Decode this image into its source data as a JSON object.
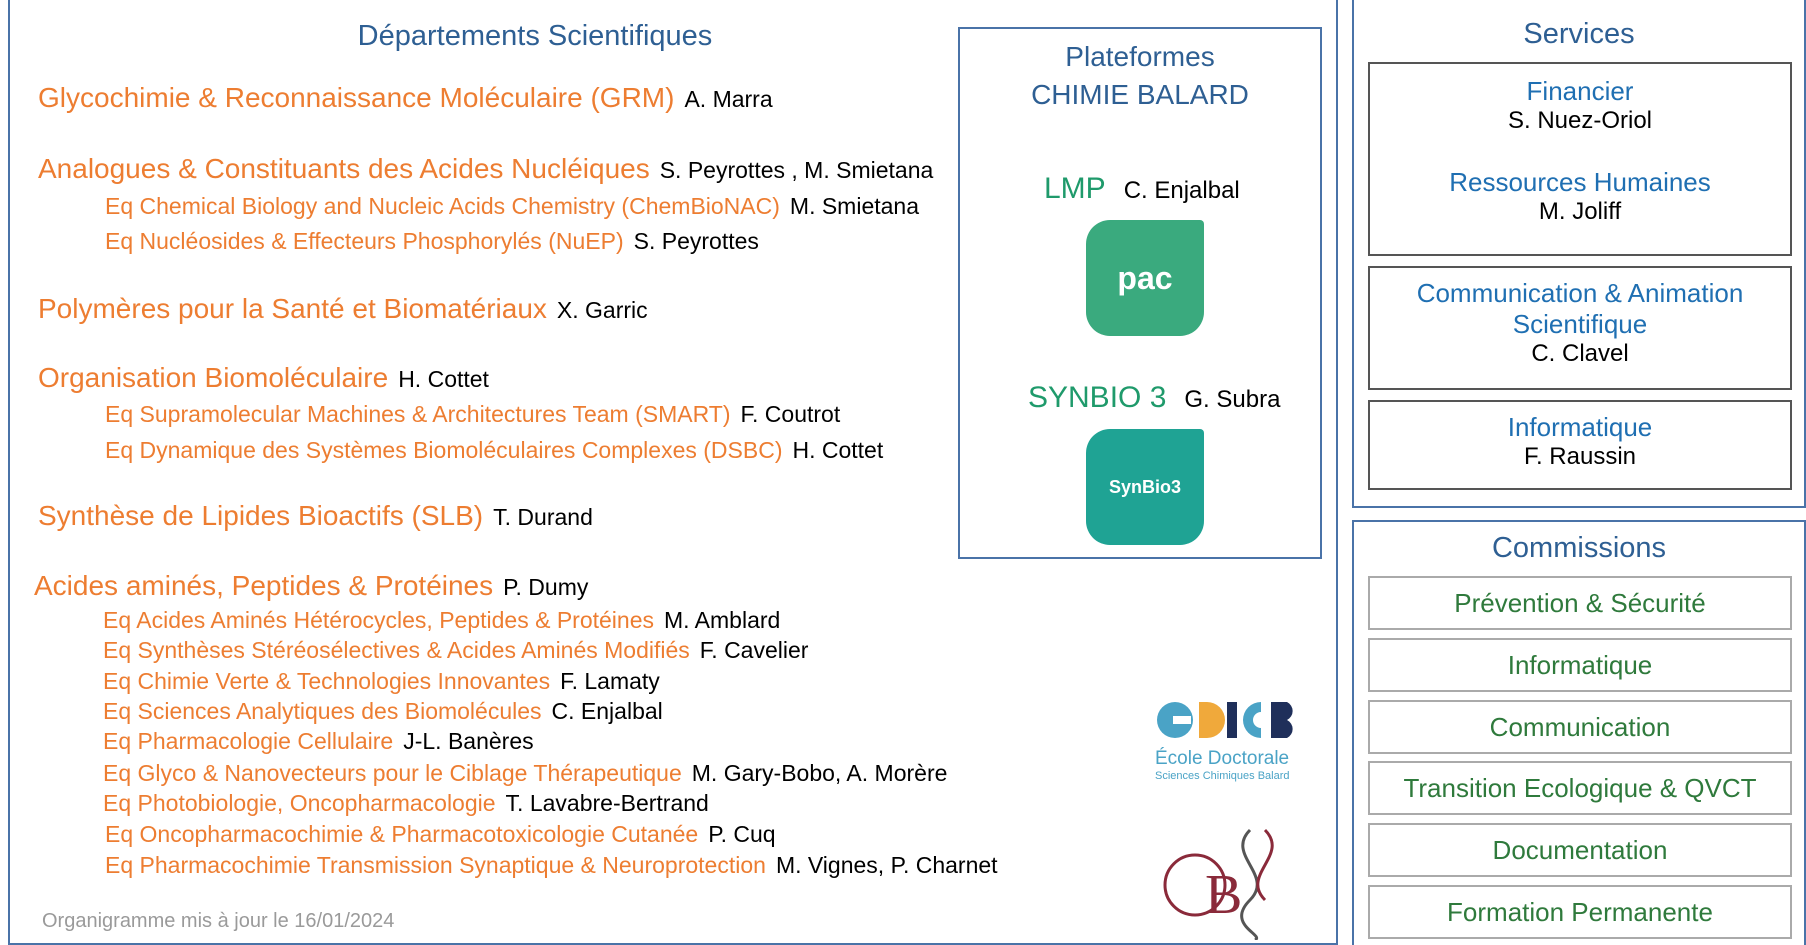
{
  "departments": {
    "heading": "Départements Scientifiques",
    "items": [
      {
        "name": "Glycochimie & Reconnaissance Moléculaire (GRM)",
        "head": "A. Marra"
      },
      {
        "name": "Analogues & Constituants des Acides Nucléiques",
        "head": "S. Peyrottes , M. Smietana"
      },
      {
        "name": "Polymères pour la Santé et Biomatériaux",
        "head": "X. Garric"
      },
      {
        "name": "Organisation Biomoléculaire",
        "head": "H. Cottet"
      },
      {
        "name": "Synthèse de Lipides Bioactifs (SLB)",
        "head": "T. Durand"
      },
      {
        "name": "Acides aminés, Peptides & Protéines",
        "head": "P. Dumy"
      }
    ],
    "teams": [
      {
        "name": "Eq Chemical Biology and Nucleic Acids Chemistry (ChemBioNAC)",
        "head": "M. Smietana"
      },
      {
        "name": "Eq Nucléosides & Effecteurs  Phosphorylés (NuEP)",
        "head": "S. Peyrottes"
      },
      {
        "name": "Eq Supramolecular Machines & Architectures Team (SMART)",
        "head": "F. Coutrot"
      },
      {
        "name": "Eq Dynamique des Systèmes Biomoléculaires Complexes (DSBC)",
        "head": "H. Cottet"
      },
      {
        "name": "Eq Acides Aminés Hétérocycles, Peptides & Protéines",
        "head": "M. Amblard"
      },
      {
        "name": "Eq Synthèses Stéréosélectives & Acides Aminés Modifiés",
        "head": "F. Cavelier"
      },
      {
        "name": "Eq Chimie Verte & Technologies Innovantes",
        "head": "F. Lamaty"
      },
      {
        "name": "Eq Sciences Analytiques des Biomolécules",
        "head": "C. Enjalbal"
      },
      {
        "name": "Eq Pharmacologie Cellulaire",
        "head": "J-L. Banères"
      },
      {
        "name": "Eq Glyco & Nanovecteurs pour le Ciblage Thérapeutique",
        "head": "M. Gary-Bobo, A. Morère"
      },
      {
        "name": "Eq Photobiologie, Oncopharmacologie",
        "head": "T. Lavabre-Bertrand"
      },
      {
        "name": "Eq Oncopharmacochimie & Pharmacotoxicologie Cutanée",
        "head": "P. Cuq"
      },
      {
        "name": "Eq Pharmacochimie Transmission Synaptique & Neuroprotection",
        "head": "M. Vignes, P. Charnet"
      }
    ],
    "footer": "Organigramme mis à jour le 16/01/2024"
  },
  "platforms": {
    "title_line1": "Plateformes",
    "title_line2": "CHIMIE BALARD",
    "items": [
      {
        "name": "LMP",
        "head": "C. Enjalbal",
        "logo_text": "pac",
        "logo_color": "#3aaa7e"
      },
      {
        "name": "SYNBIO 3",
        "head": "G. Subra",
        "logo_text": "SynBio3",
        "logo_color": "#1fa394"
      }
    ]
  },
  "services": {
    "title": "Services",
    "items": [
      {
        "name": "Financier",
        "head": "S. Nuez-Oriol"
      },
      {
        "name": "Ressources Humaines",
        "head": "M. Joliff"
      },
      {
        "name_line1": "Communication & Animation",
        "name_line2": "Scientifique",
        "head": "C. Clavel"
      },
      {
        "name": "Informatique",
        "head": "F. Raussin"
      }
    ]
  },
  "commissions": {
    "title": "Commissions",
    "items": [
      "Prévention & Sécurité",
      "Informatique",
      "Communication",
      "Transition Ecologique &  QVCT",
      "Documentation",
      "Formation Permanente"
    ]
  },
  "logos": {
    "ed_sub1": "École Doctorale",
    "ed_sub2": "Sciences Chimiques Balard",
    "ibb_text": "B"
  }
}
